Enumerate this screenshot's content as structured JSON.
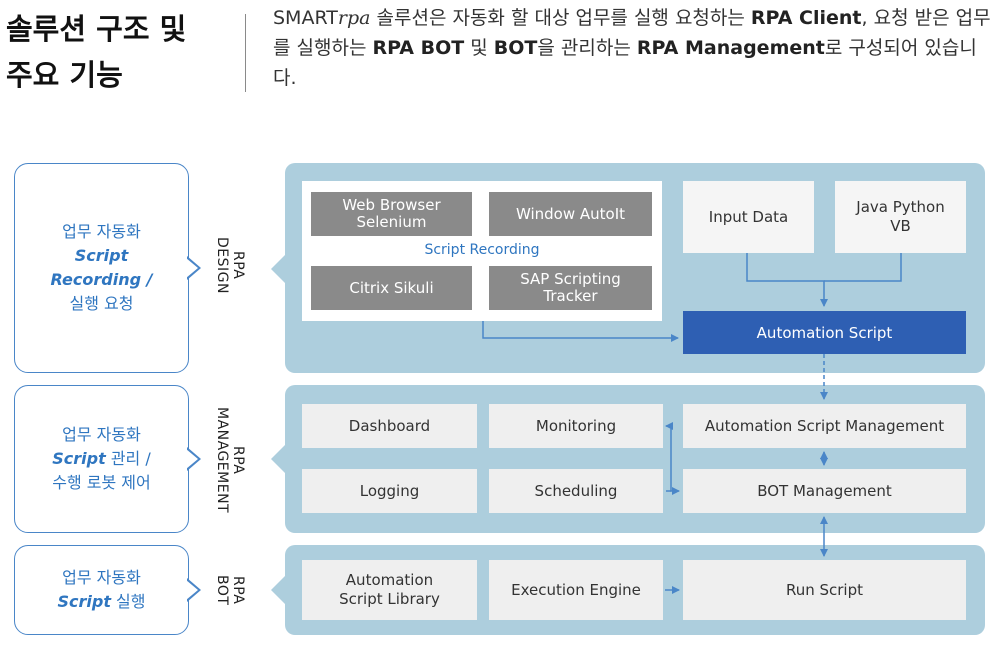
{
  "heading": {
    "line1": "솔루션 구조 및",
    "line2": "주요 기능"
  },
  "intro": {
    "t1": "SMART",
    "t2": "rpa",
    "t3": " 솔루션은 자동화 할 대상 업무를 실행 요청하는 ",
    "t4": "RPA Client",
    "t5": ", 요청 받은 업무를 실행하는 ",
    "t6": "RPA BOT",
    "t7": " 및 ",
    "t8": "BOT",
    "t9": "을 관리하는 ",
    "t10": "RPA Management",
    "t11": "로 구성되어 있습니다."
  },
  "rows": {
    "design": {
      "pill": {
        "a": "업무 자동화",
        "b": "Script",
        "c": "Recording /",
        "d": "실행 요청"
      },
      "title": {
        "a": "RPA",
        "b": "DESIGN"
      }
    },
    "management": {
      "pill": {
        "a": "업무 자동화",
        "b": "Script",
        "c": " 관리 /",
        "d": "수행 로봇 제어"
      },
      "title": {
        "a": "RPA",
        "b": "MANAGEMENT"
      }
    },
    "bot": {
      "pill": {
        "a": "업무 자동화",
        "b": "Script",
        "c": " 실행"
      },
      "title": {
        "a": "RPA",
        "b": "BOT"
      }
    }
  },
  "design": {
    "web_browser": {
      "a": "Web Browser",
      "b": "Selenium"
    },
    "window_autoit": "Window AutoIt",
    "script_recording": "Script Recording",
    "citrix_sikuli": "Citrix Sikuli",
    "sap": {
      "a": "SAP Scripting",
      "b": "Tracker"
    },
    "input_data": "Input Data",
    "java_python": {
      "a": "Java Python",
      "b": "VB"
    },
    "automation_script": "Automation Script"
  },
  "management": {
    "dashboard": "Dashboard",
    "monitoring": "Monitoring",
    "asm": "Automation Script Management",
    "logging": "Logging",
    "scheduling": "Scheduling",
    "bot_management": "BOT Management"
  },
  "bot": {
    "library": {
      "a": "Automation",
      "b": "Script Library"
    },
    "engine": "Execution Engine",
    "run_script": "Run Script"
  },
  "colors": {
    "panel": "#adcedd",
    "accent_blue": "#2e5fb3",
    "label_blue": "#2f76c0",
    "gray_box": "#8a8a8a",
    "light_box": "#efefef"
  }
}
